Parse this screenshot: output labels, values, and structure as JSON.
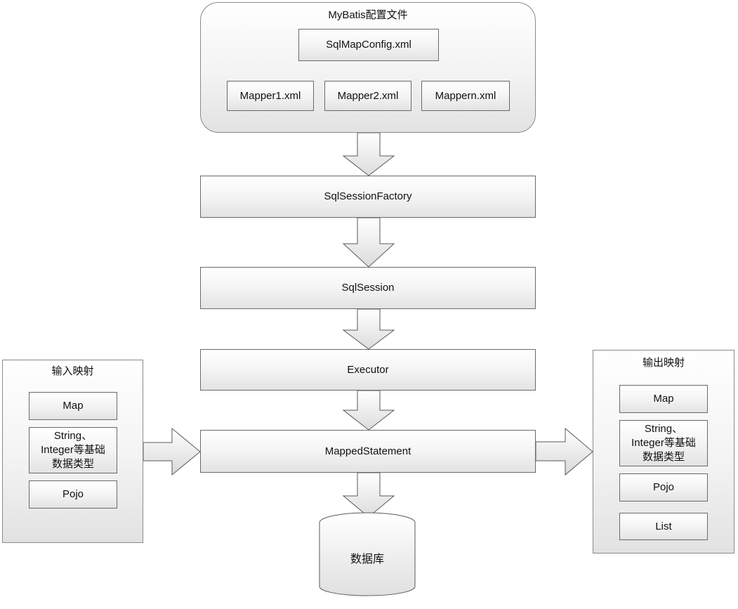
{
  "config_group": {
    "title": "MyBatis配置文件",
    "global_config": "SqlMapConfig.xml",
    "mappers": [
      "Mapper1.xml",
      "Mapper2.xml",
      "Mappern.xml"
    ]
  },
  "flow": {
    "factory": "SqlSessionFactory",
    "session": "SqlSession",
    "executor": "Executor",
    "mapped_statement": "MappedStatement",
    "database": "数据库"
  },
  "input_mapping": {
    "title": "输入映射",
    "items": [
      {
        "lines": [
          "Map"
        ]
      },
      {
        "lines": [
          "String、",
          "Integer等基础",
          "数据类型"
        ]
      },
      {
        "lines": [
          "Pojo"
        ]
      }
    ]
  },
  "output_mapping": {
    "title": "输出映射",
    "items": [
      {
        "lines": [
          "Map"
        ]
      },
      {
        "lines": [
          "String、",
          "Integer等基础",
          "数据类型"
        ]
      },
      {
        "lines": [
          "Pojo"
        ]
      },
      {
        "lines": [
          "List"
        ]
      }
    ]
  }
}
